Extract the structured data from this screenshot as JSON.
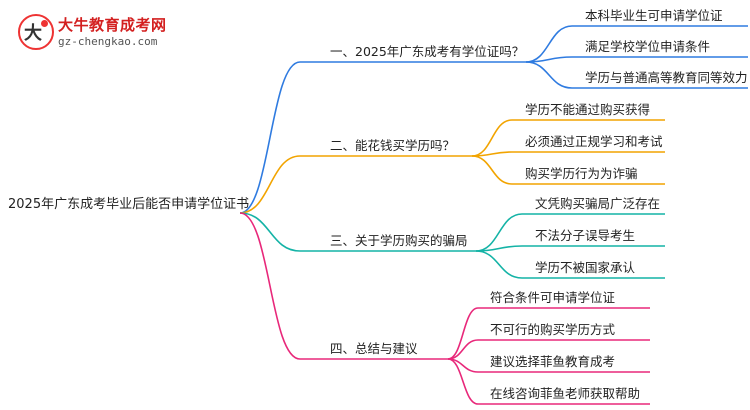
{
  "logo": {
    "title": "大牛教育成考网",
    "url": "gz-chengkao.com"
  },
  "colors": {
    "branch1": "#2f7be0",
    "branch2": "#f2a400",
    "branch3": "#14b3a6",
    "branch4": "#e8287a"
  },
  "root": {
    "label": "2025年广东成考毕业后能否申请学位证书"
  },
  "branches": [
    {
      "label": "一、2025年广东成考有学位证吗？",
      "color_key": "branch1",
      "leaves": [
        "本科毕业生可申请学位证",
        "满足学校学位申请条件",
        "学历与普通高等教育同等效力"
      ]
    },
    {
      "label": "二、能花钱买学历吗？",
      "color_key": "branch2",
      "leaves": [
        "学历不能通过购买获得",
        "必须通过正规学习和考试",
        "购买学历行为为诈骗"
      ]
    },
    {
      "label": "三、关于学历购买的骗局",
      "color_key": "branch3",
      "leaves": [
        "文凭购买骗局广泛存在",
        "不法分子误导考生",
        "学历不被国家承认"
      ]
    },
    {
      "label": "四、总结与建议",
      "color_key": "branch4",
      "leaves": [
        "符合条件可申请学位证",
        "不可行的购买学历方式",
        "建议选择菲鱼教育成考",
        "在线咨询菲鱼老师获取帮助"
      ]
    }
  ]
}
